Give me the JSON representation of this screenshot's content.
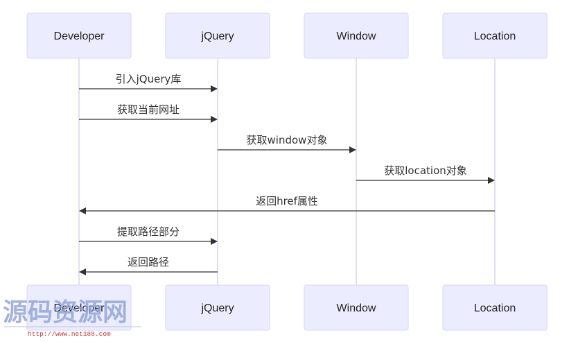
{
  "participants": [
    {
      "id": "developer",
      "label": "Developer"
    },
    {
      "id": "jquery",
      "label": "jQuery"
    },
    {
      "id": "window",
      "label": "Window"
    },
    {
      "id": "location",
      "label": "Location"
    }
  ],
  "messages": [
    {
      "from": "developer",
      "to": "jquery",
      "label": "引入jQuery库"
    },
    {
      "from": "developer",
      "to": "jquery",
      "label": "获取当前网址"
    },
    {
      "from": "jquery",
      "to": "window",
      "label": "获取window对象"
    },
    {
      "from": "window",
      "to": "location",
      "label": "获取location对象"
    },
    {
      "from": "location",
      "to": "developer",
      "label": "返回href属性"
    },
    {
      "from": "developer",
      "to": "jquery",
      "label": "提取路径部分"
    },
    {
      "from": "jquery",
      "to": "developer",
      "label": "返回路径"
    }
  ],
  "watermark": {
    "text": "源码资源网",
    "url": "http://www.net188.com"
  }
}
